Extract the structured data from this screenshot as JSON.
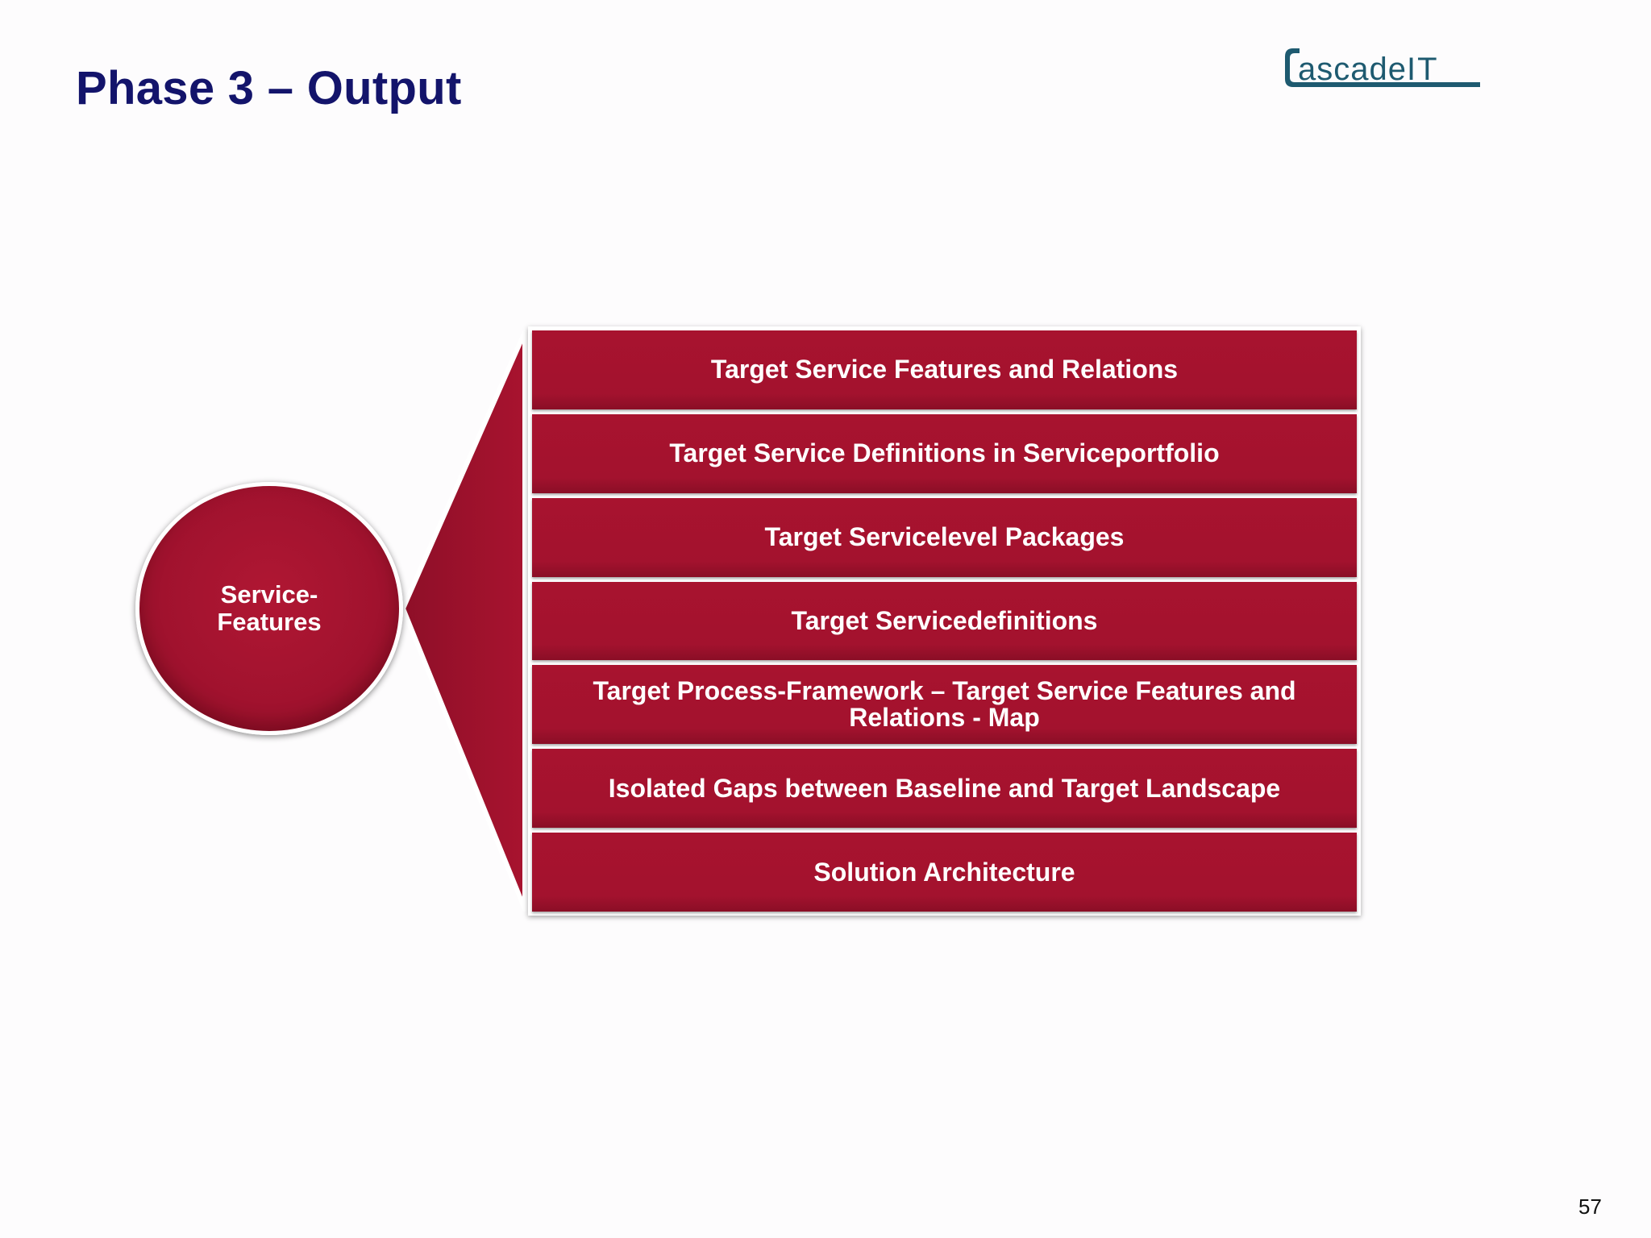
{
  "slide": {
    "title": "Phase 3 – Output",
    "page_number": "57"
  },
  "logo": {
    "prefix": "C",
    "text": "ascade",
    "suffix": "IT"
  },
  "diagram": {
    "hub_label": "Service-Features",
    "outputs": [
      "Target Service Features and Relations",
      "Target Service Definitions in Serviceportfolio",
      "Target Servicelevel Packages",
      "Target Servicedefinitions",
      "Target Process-Framework – Target Service Features and Relations - Map",
      "Isolated Gaps between Baseline and Target Landscape",
      "Solution Architecture"
    ]
  },
  "colors": {
    "title": "#13146b",
    "accent_red": "#a3122e",
    "logo": "#1e5a70",
    "background": "#fdfcfd"
  }
}
